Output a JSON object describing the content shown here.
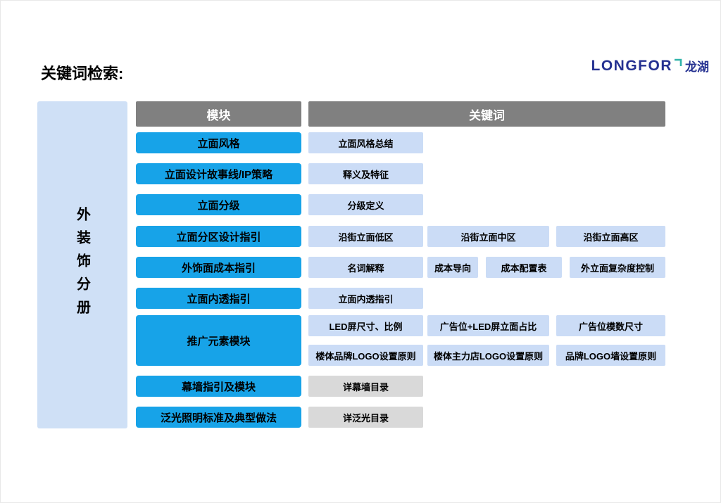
{
  "page": {
    "title": "关键词检索:"
  },
  "logo": {
    "en": "LONGFOR",
    "cn": "龙湖"
  },
  "sidebar": {
    "label": "外装饰分册"
  },
  "headers": {
    "module": "模块",
    "keyword": "关键词"
  },
  "rows": [
    {
      "module": "立面风格",
      "keywords": [
        "立面风格总结"
      ]
    },
    {
      "module": "立面设计故事线/IP策略",
      "keywords": [
        "释义及特征"
      ]
    },
    {
      "module": "立面分级",
      "keywords": [
        "分级定义"
      ]
    },
    {
      "module": "立面分区设计指引",
      "keywords": [
        "沿街立面低区",
        "沿街立面中区",
        "沿街立面高区"
      ]
    },
    {
      "module": "外饰面成本指引",
      "keywords": [
        "名词解释",
        "成本导向",
        "成本配置表",
        "外立面复杂度控制"
      ]
    },
    {
      "module": "立面内透指引",
      "keywords": [
        "立面内透指引"
      ]
    },
    {
      "module": "推广元素模块",
      "keywords": [
        [
          "LED屏尺寸、比例",
          "广告位+LED屏立面占比",
          "广告位模数尺寸"
        ],
        [
          "楼体品牌LOGO设置原则",
          "楼体主力店LOGO设置原则",
          "品牌LOGO墙设置原则"
        ]
      ]
    },
    {
      "module": "幕墙指引及模块",
      "keywords": [
        "详幕墙目录"
      ]
    },
    {
      "module": "泛光照明标准及典型做法",
      "keywords": [
        "详泛光目录"
      ]
    }
  ],
  "colors": {
    "module_blue": "#17a3e8",
    "keyword_blue": "#cbdcf6",
    "keyword_gray": "#d9d9d9",
    "header_gray": "#808080",
    "sidebar_blue": "#cfe0f6",
    "logo_navy": "#253191",
    "logo_teal": "#2fb3a9"
  }
}
